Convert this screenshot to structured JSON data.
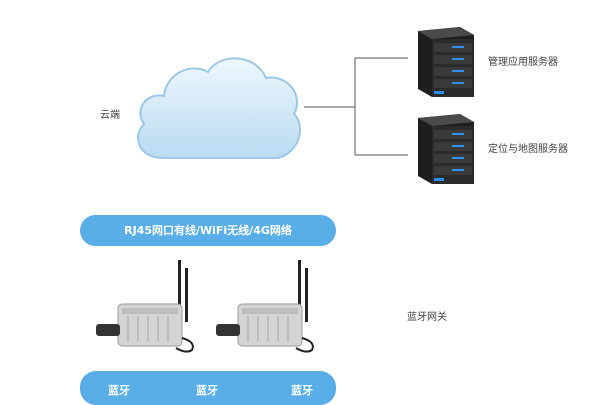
{
  "cloud": {
    "label": "云端"
  },
  "servers": [
    {
      "label": "管理应用服务器"
    },
    {
      "label": "定位与地图服务器"
    }
  ],
  "network_bar": {
    "label": "RJ45网口有线/WiFi无线/4G网络"
  },
  "gateway": {
    "label": "蓝牙网关"
  },
  "bluetooth_bar": {
    "labels": [
      "蓝牙",
      "蓝牙",
      "蓝牙"
    ]
  },
  "colors": {
    "accent": "#5aaee8",
    "cloud_fill": "#cfe6f5",
    "server_body": "#2a2a2a",
    "server_led": "#2f8ff0"
  }
}
